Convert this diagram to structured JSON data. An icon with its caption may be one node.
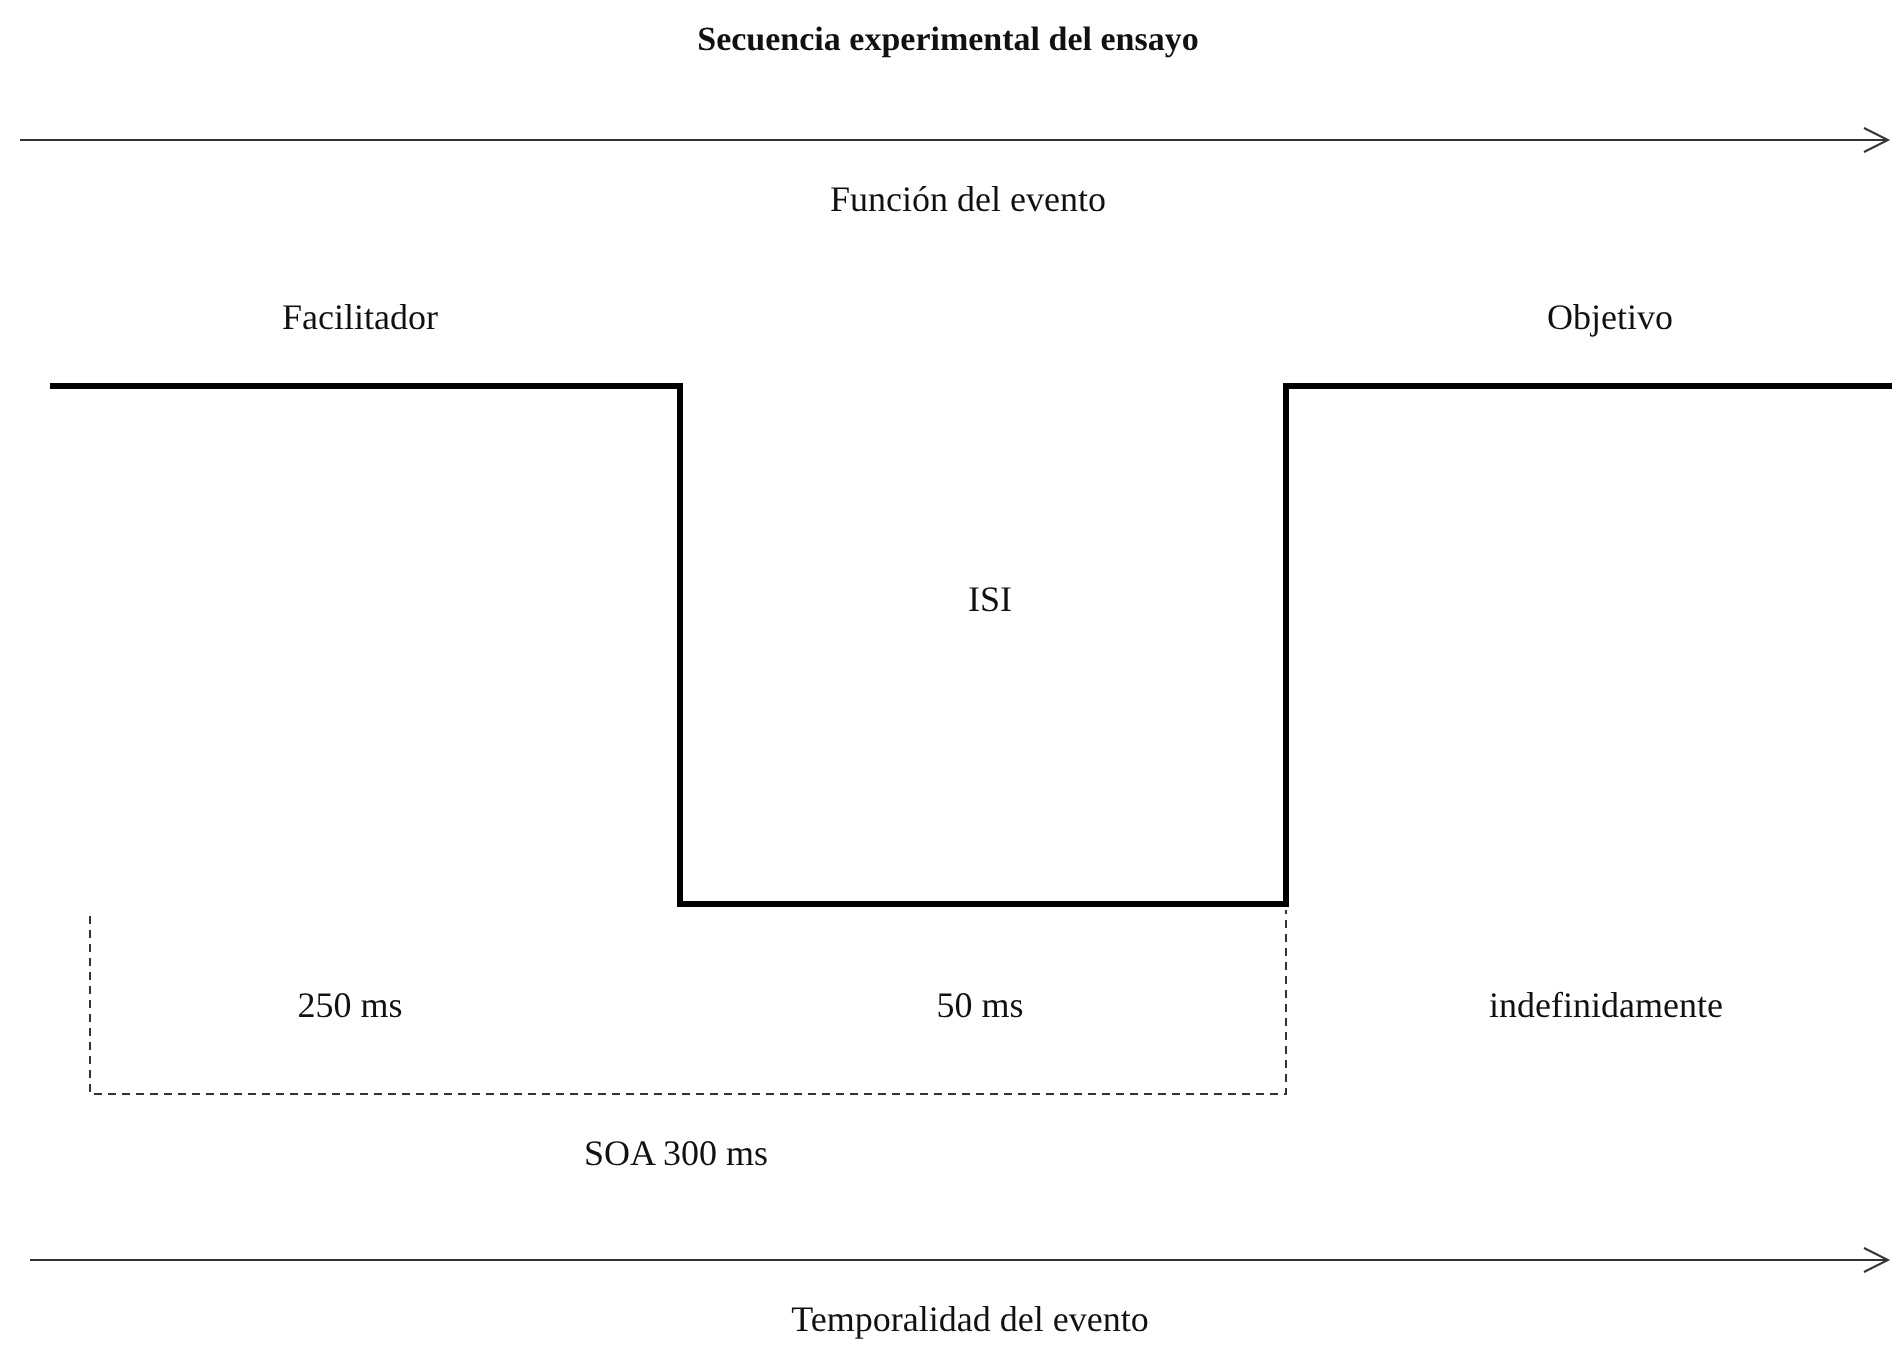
{
  "diagram": {
    "title": "Secuencia experimental del ensayo",
    "labels": [
      "Función del evento",
      "Facilitador",
      "Objetivo",
      "ISI",
      "250 ms",
      "50 ms",
      "indefinidamente",
      "SOA 300 ms",
      "Temporalidad del evento"
    ]
  }
}
